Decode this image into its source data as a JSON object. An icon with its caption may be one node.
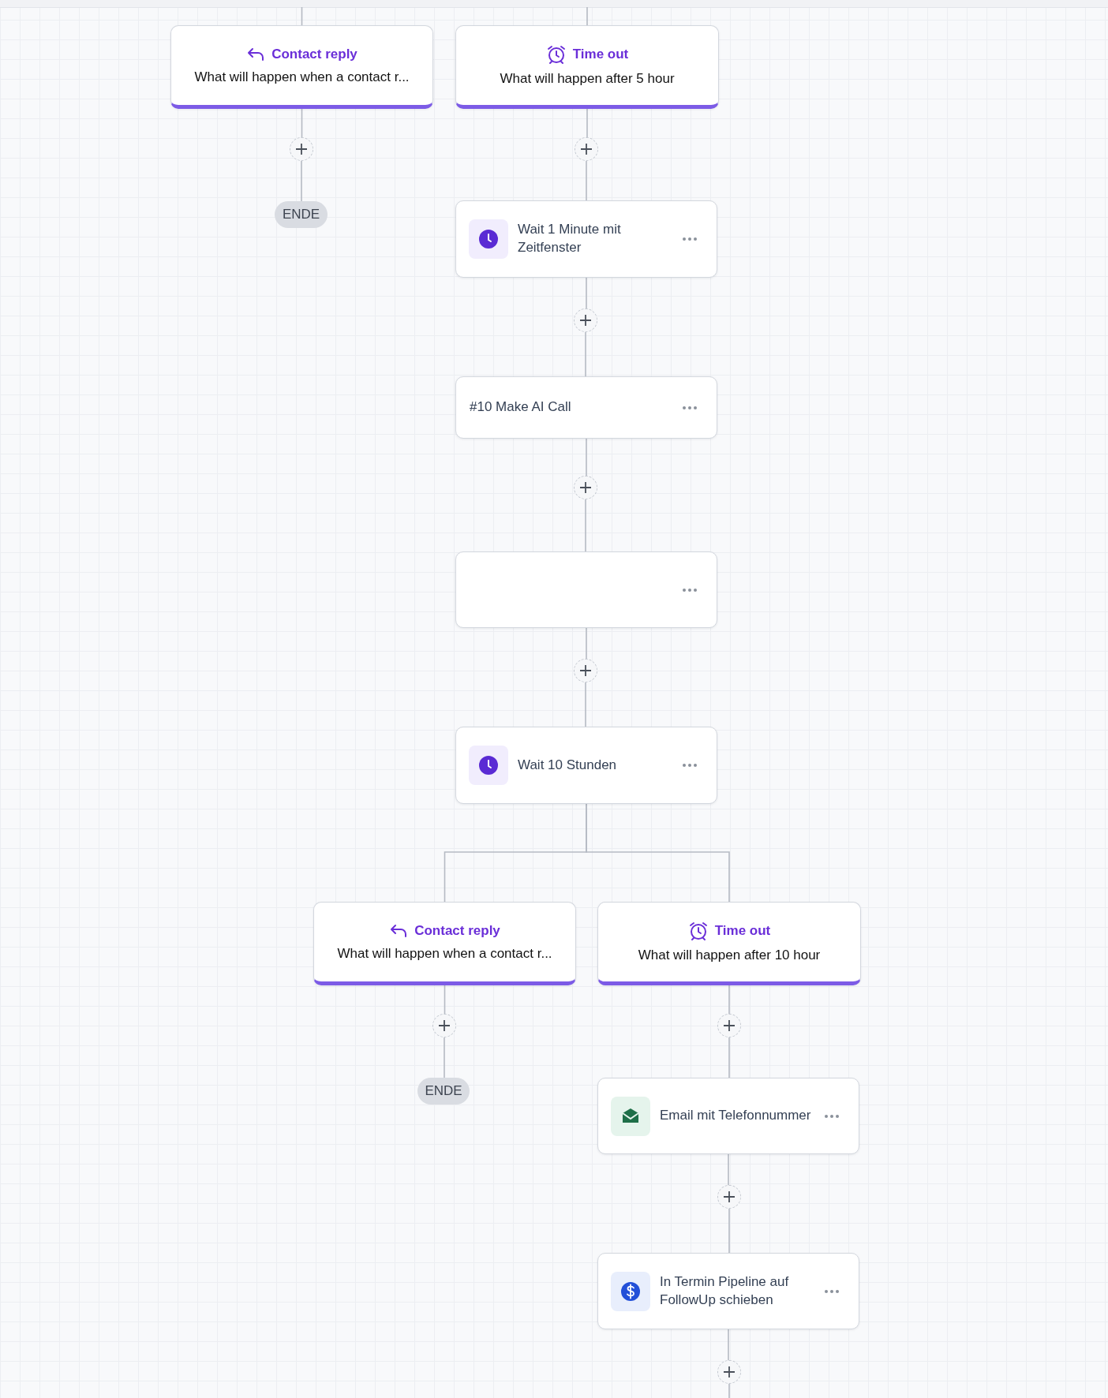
{
  "diagram": {
    "nodes": [
      {
        "text": [
          "Contact reply",
          "What will happen when a contact r..."
        ]
      },
      {
        "text": [
          "Time out",
          "What will happen after 5 hour"
        ]
      },
      {
        "text": [],
        "shape": "circle"
      },
      {
        "text": [],
        "shape": "circle"
      },
      {
        "text": [
          "ENDE"
        ]
      },
      {
        "text": [
          "Wait 1 Minute mit Zeitfenster"
        ]
      },
      {
        "text": [],
        "shape": "circle"
      },
      {
        "text": [
          "#10 Make AI Call"
        ]
      },
      {
        "text": [],
        "shape": "circle"
      },
      {
        "text": [],
        "shape": "box"
      },
      {
        "text": [],
        "shape": "circle"
      },
      {
        "text": [
          "Wait 10 Stunden"
        ]
      },
      {
        "text": [
          "Contact reply",
          "What will happen when a contact r..."
        ]
      },
      {
        "text": [
          "Time out",
          "What will happen after 10 hour"
        ]
      },
      {
        "text": [],
        "shape": "circle"
      },
      {
        "text": [],
        "shape": "circle"
      },
      {
        "text": [
          "ENDE"
        ]
      },
      {
        "text": [
          "Email mit Telefonnummer"
        ]
      },
      {
        "text": [],
        "shape": "circle"
      },
      {
        "text": [
          "In Termin Pipeline auf FollowUp schieben"
        ]
      },
      {
        "text": [],
        "shape": "circle"
      }
    ],
    "edges": [
      {
        "from": null,
        "to": 0,
        "arrow": "none"
      },
      {
        "from": null,
        "to": 1,
        "arrow": "none"
      },
      {
        "from": 0,
        "to": 2,
        "arrow": "none"
      },
      {
        "from": 2,
        "to": 4,
        "arrow": "none"
      },
      {
        "from": 1,
        "to": 3,
        "arrow": "none"
      },
      {
        "from": 3,
        "to": 5,
        "arrow": "none"
      },
      {
        "from": 5,
        "to": 6,
        "arrow": "none"
      },
      {
        "from": 6,
        "to": 7,
        "arrow": "none"
      },
      {
        "from": 7,
        "to": 8,
        "arrow": "none"
      },
      {
        "from": 8,
        "to": 9,
        "arrow": "none"
      },
      {
        "from": 9,
        "to": 10,
        "arrow": "none"
      },
      {
        "from": 10,
        "to": 11,
        "arrow": "none"
      },
      {
        "from": 11,
        "to": 12,
        "arrow": "none"
      },
      {
        "from": 11,
        "to": 13,
        "arrow": "none"
      },
      {
        "from": 12,
        "to": 14,
        "arrow": "none"
      },
      {
        "from": 14,
        "to": 16,
        "arrow": "none"
      },
      {
        "from": 13,
        "to": 15,
        "arrow": "none"
      },
      {
        "from": 15,
        "to": 17,
        "arrow": "none"
      },
      {
        "from": 17,
        "to": 18,
        "arrow": "none"
      },
      {
        "from": 18,
        "to": 19,
        "arrow": "none"
      },
      {
        "from": 19,
        "to": 20,
        "arrow": "none"
      },
      {
        "from": 20,
        "to": null,
        "arrow": "none"
      }
    ]
  }
}
